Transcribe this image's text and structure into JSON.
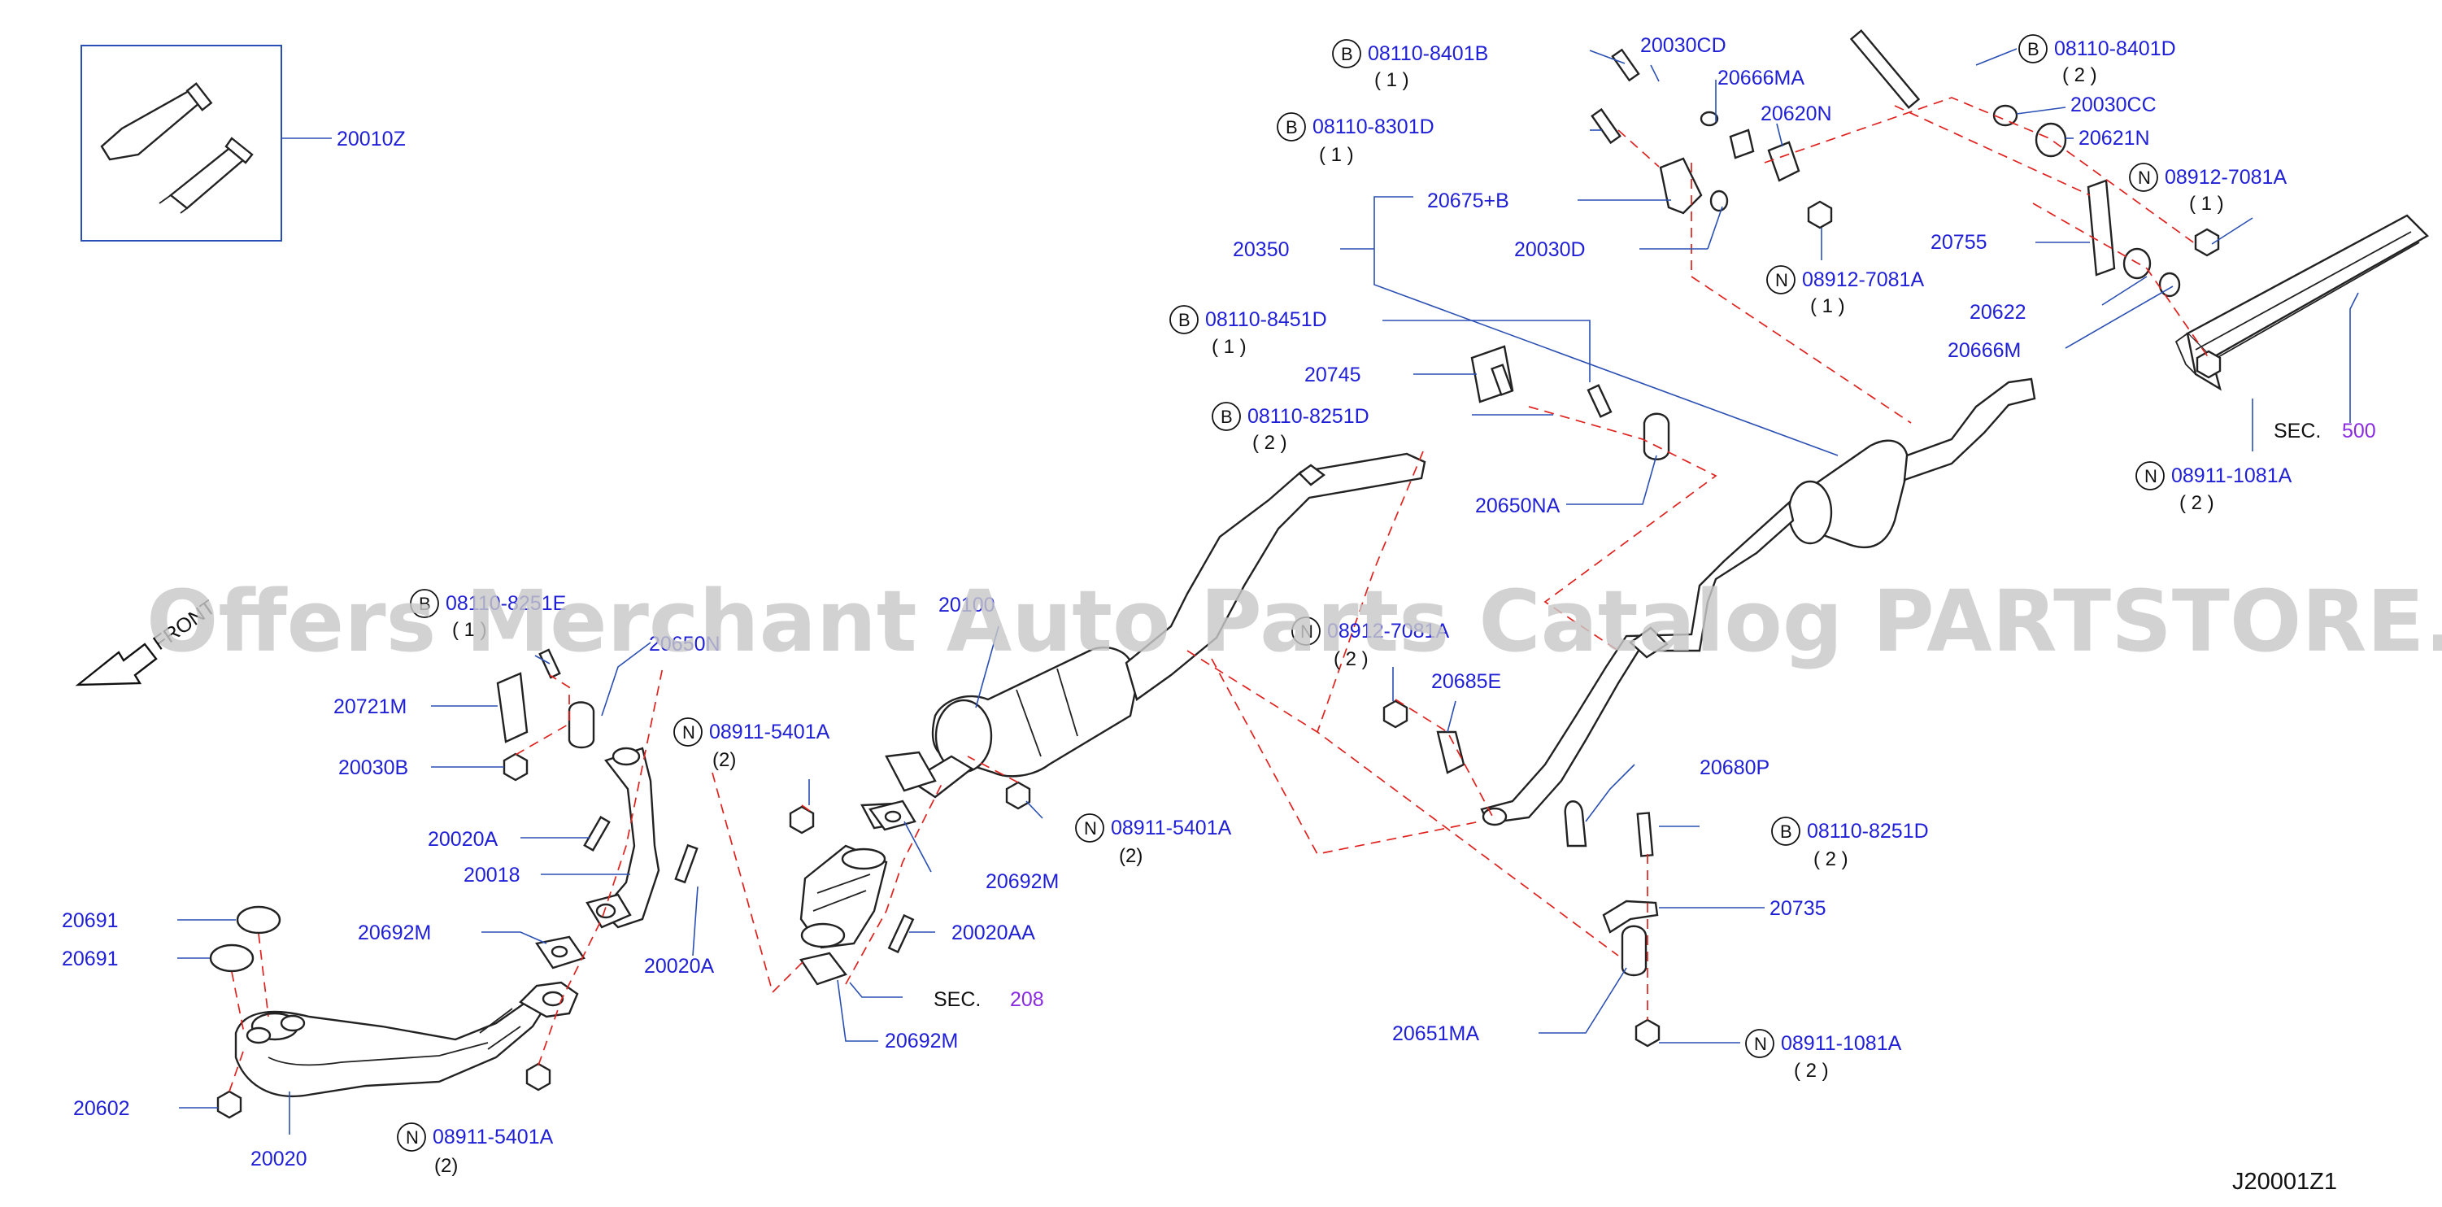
{
  "diagram_code": "J20001Z1",
  "watermark": "Offers Merchant Auto Parts Catalog PARTSTORE.SA",
  "front_label": "FRONT",
  "sections": [
    {
      "label": "SEC.",
      "number": "208"
    },
    {
      "label": "SEC.",
      "number": "500"
    }
  ],
  "callouts": [
    {
      "pn": "20010Z"
    },
    {
      "badge": "B",
      "pn": "08110-8401B",
      "qty": "( 1 )"
    },
    {
      "badge": "B",
      "pn": "08110-8301D",
      "qty": "( 1 )"
    },
    {
      "pn": "20030CD"
    },
    {
      "pn": "20666MA"
    },
    {
      "pn": "20620N"
    },
    {
      "badge": "B",
      "pn": "08110-8401D",
      "qty": "( 2 )"
    },
    {
      "pn": "20030CC"
    },
    {
      "pn": "20621N"
    },
    {
      "badge": "N",
      "pn": "08912-7081A",
      "qty": "( 1 )"
    },
    {
      "pn": "20675+B"
    },
    {
      "pn": "20350"
    },
    {
      "pn": "20030D"
    },
    {
      "pn": "20755"
    },
    {
      "badge": "N",
      "pn": "08912-7081A",
      "qty": "( 1 )"
    },
    {
      "pn": "20622"
    },
    {
      "pn": "20666M"
    },
    {
      "badge": "B",
      "pn": "08110-8451D",
      "qty": "( 1 )"
    },
    {
      "pn": "20745"
    },
    {
      "badge": "B",
      "pn": "08110-8251D",
      "qty": "( 2 )"
    },
    {
      "pn": "20650NA"
    },
    {
      "badge": "N",
      "pn": "08911-1081A",
      "qty": "( 2 )"
    },
    {
      "badge": "B",
      "pn": "08110-8251E",
      "qty": "( 1 )"
    },
    {
      "pn": "20650N"
    },
    {
      "pn": "20721M"
    },
    {
      "pn": "20030B"
    },
    {
      "pn": "20020A"
    },
    {
      "pn": "20018"
    },
    {
      "pn": "20691"
    },
    {
      "pn": "20691"
    },
    {
      "pn": "20692M"
    },
    {
      "pn": "20020A"
    },
    {
      "pn": "20602"
    },
    {
      "pn": "20020"
    },
    {
      "badge": "N",
      "pn": "08911-5401A",
      "qty": "(2)"
    },
    {
      "badge": "N",
      "pn": "08911-5401A",
      "qty": "(2)"
    },
    {
      "pn": "20100"
    },
    {
      "badge": "N",
      "pn": "08911-5401A",
      "qty": "(2)"
    },
    {
      "pn": "20692M"
    },
    {
      "pn": "20020AA"
    },
    {
      "pn": "20692M"
    },
    {
      "badge": "N",
      "pn": "08912-7081A",
      "qty": "( 2 )"
    },
    {
      "pn": "20685E"
    },
    {
      "pn": "20680P"
    },
    {
      "badge": "B",
      "pn": "08110-8251D",
      "qty": "( 2 )"
    },
    {
      "pn": "20735"
    },
    {
      "pn": "20651MA"
    },
    {
      "badge": "N",
      "pn": "08911-1081A",
      "qty": "( 2 )"
    }
  ]
}
